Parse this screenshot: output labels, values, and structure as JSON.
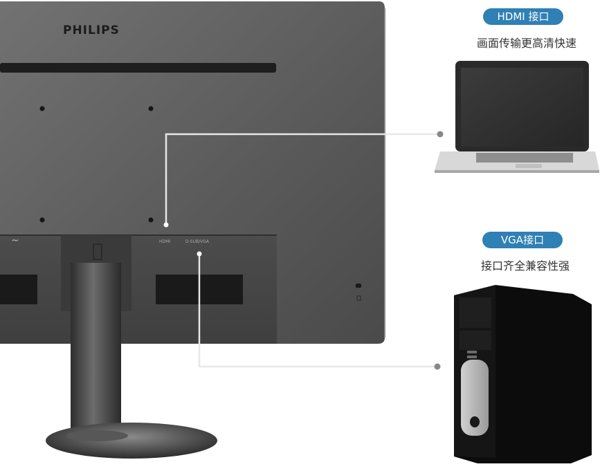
{
  "brand": "PHILIPS",
  "hdmi": {
    "badge": "HDMI 接口",
    "caption": "画面传输更高清快速",
    "port_label": "HDMI"
  },
  "vga": {
    "badge": "VGA接口",
    "caption": "接口齐全兼容性强",
    "port_label": "D-SUB/VGA"
  },
  "power_symbol": "~",
  "colors": {
    "badge_bg": "#2f80b4",
    "monitor_body": "#5b5b5b",
    "connector_line": "#e6e6e6",
    "device_dot": "#888888"
  },
  "icons": [
    "laptop-icon",
    "desktop-tower-icon",
    "kensington-lock-icon"
  ]
}
